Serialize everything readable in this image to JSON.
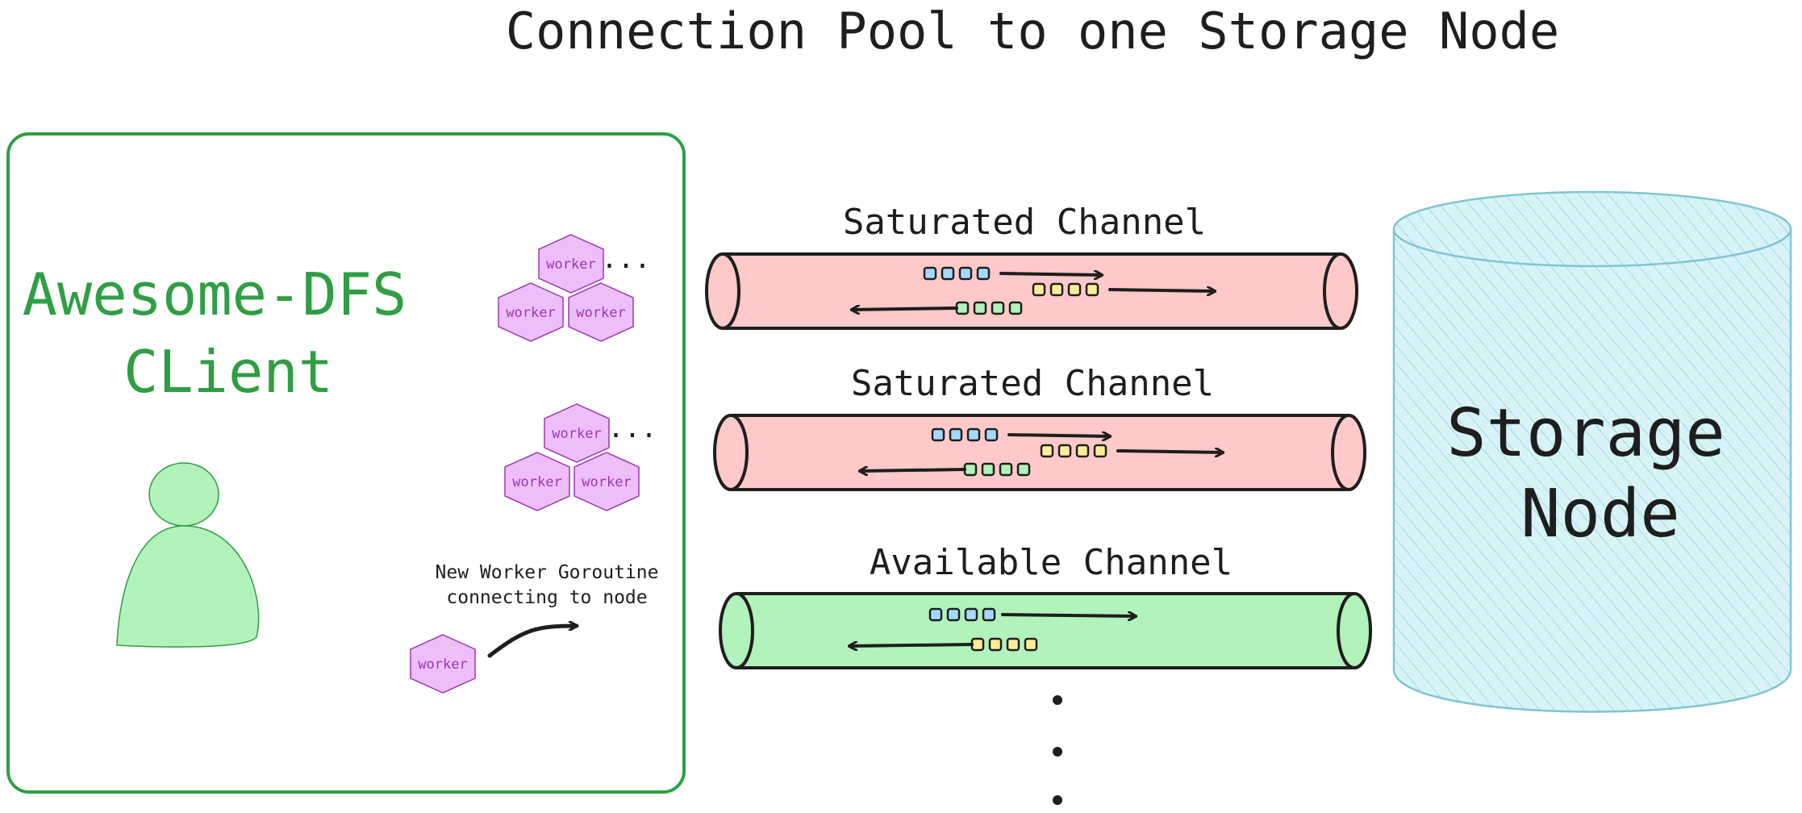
{
  "title": "Connection Pool to one Storage Node",
  "client": {
    "name_line1": "Awesome-DFS",
    "name_line2": "CLient",
    "worker_label": "worker",
    "ellipsis": "...",
    "new_worker_note_line1": "New Worker Goroutine",
    "new_worker_note_line2": "connecting to node"
  },
  "channels": [
    {
      "label": "Saturated Channel",
      "status": "saturated"
    },
    {
      "label": "Saturated Channel",
      "status": "saturated"
    },
    {
      "label": "Available Channel",
      "status": "available"
    }
  ],
  "storage": {
    "line1": "Storage",
    "line2": "Node"
  },
  "colors": {
    "client_border": "#2f9e44",
    "client_text": "#2f9e44",
    "person_fill": "#b2f2bb",
    "worker_fill": "#eebefa",
    "worker_stroke": "#9c36b5",
    "saturated_fill": "#ffc9c9",
    "available_fill": "#b2f2bb",
    "storage_fill": "#c5eef5",
    "storage_stroke": "#7fc6d1",
    "packet_blue": "#a5d8ff",
    "packet_yellow": "#ffec99",
    "packet_green": "#b2f2bb",
    "ink": "#1e1e1e"
  }
}
